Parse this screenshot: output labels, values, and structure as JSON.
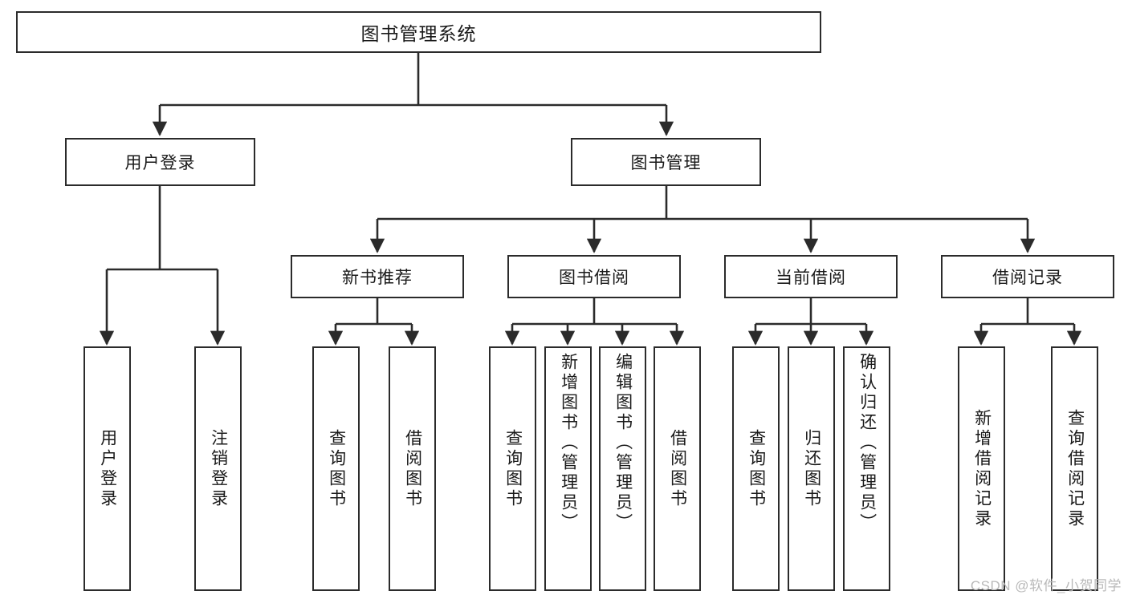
{
  "diagram": {
    "title": "图书管理系统",
    "type": "tree-hierarchy",
    "root": {
      "label": "图书管理系统"
    },
    "level2": [
      {
        "id": "user-login",
        "label": "用户登录"
      },
      {
        "id": "book-management",
        "label": "图书管理"
      }
    ],
    "level3": [
      {
        "id": "new-book-recommend",
        "label": "新书推荐",
        "parent": "book-management"
      },
      {
        "id": "book-borrow",
        "label": "图书借阅",
        "parent": "book-management"
      },
      {
        "id": "current-borrow",
        "label": "当前借阅",
        "parent": "book-management"
      },
      {
        "id": "borrow-record",
        "label": "借阅记录",
        "parent": "book-management"
      }
    ],
    "leaves": {
      "user_login": [
        {
          "id": "leaf-user-login",
          "label": "用户登录"
        },
        {
          "id": "leaf-logout",
          "label": "注销登录"
        }
      ],
      "new_book_recommend": [
        {
          "id": "leaf-query-book-1",
          "label": "查询图书"
        },
        {
          "id": "leaf-borrow-book-1",
          "label": "借阅图书"
        }
      ],
      "book_borrow": [
        {
          "id": "leaf-query-book-2",
          "label": "查询图书"
        },
        {
          "id": "leaf-add-book",
          "label": "新增图书（管理员）"
        },
        {
          "id": "leaf-edit-book",
          "label": "编辑图书（管理员）"
        },
        {
          "id": "leaf-borrow-book-2",
          "label": "借阅图书"
        }
      ],
      "current_borrow": [
        {
          "id": "leaf-query-book-3",
          "label": "查询图书"
        },
        {
          "id": "leaf-return-book",
          "label": "归还图书"
        },
        {
          "id": "leaf-confirm-return",
          "label": "确认归还（管理员）"
        }
      ],
      "borrow_record": [
        {
          "id": "leaf-add-record",
          "label": "新增借阅记录"
        },
        {
          "id": "leaf-query-record",
          "label": "查询借阅记录"
        }
      ]
    }
  },
  "watermark": {
    "text": "CSDN @软件_小贺同学"
  },
  "colors": {
    "stroke": "#2b2b2b",
    "background": "#ffffff",
    "text": "#1a1a1a",
    "watermark": "#b9b9b9"
  }
}
